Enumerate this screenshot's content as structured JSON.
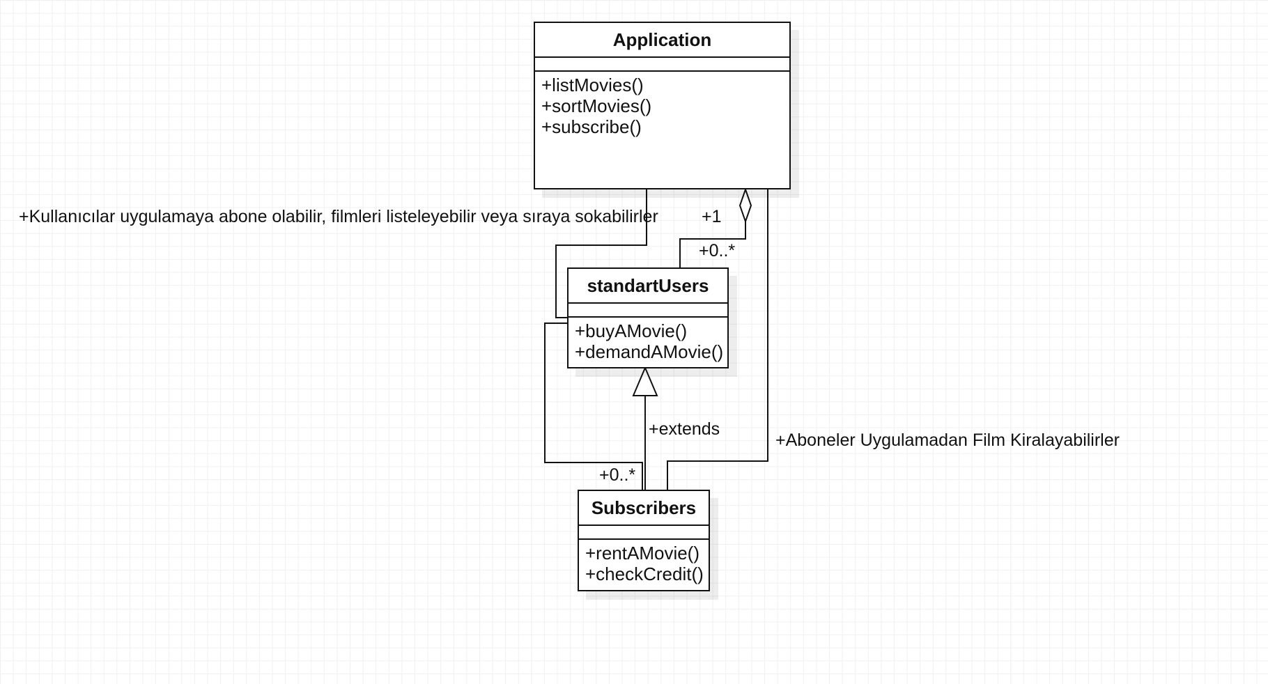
{
  "classes": {
    "application": {
      "name": "Application",
      "operations": [
        "+listMovies()",
        "+sortMovies()",
        "+subscribe()"
      ]
    },
    "standart_users": {
      "name": "standartUsers",
      "operations": [
        "+buyAMovie()",
        "+demandAMovie()"
      ]
    },
    "subscribers": {
      "name": "Subscribers",
      "operations": [
        "+rentAMovie()",
        "+checkCredit()"
      ]
    }
  },
  "labels": {
    "users_note": "+Kullanıcılar uygulamaya abone olabilir, filmleri listeleyebilir veya sıraya sokabilirler",
    "aggregation_mult_app": "+1",
    "aggregation_mult_users": "+0..*",
    "extends": "+extends",
    "self_mult": "+0..*",
    "subscribers_note": "+Aboneler Uygulamadan Film Kiralayabilirler"
  },
  "colors": {
    "line": "#111111",
    "grid": "#f0f0f0",
    "background": "#ffffff"
  }
}
